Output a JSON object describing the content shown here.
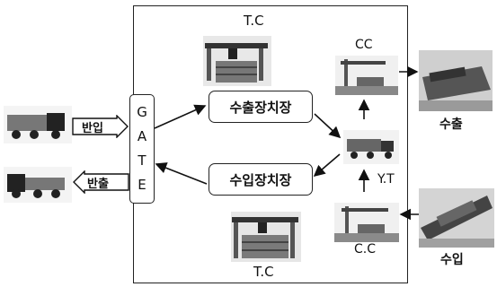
{
  "gate": {
    "letters": [
      "G",
      "A",
      "T",
      "E"
    ]
  },
  "yards": {
    "export_yard": "수출장치장",
    "import_yard": "수입장치장"
  },
  "labels": {
    "tc_top": "T.C",
    "tc_bottom": "T.C",
    "cc_top": "CC",
    "cc_bottom": "C.C",
    "yt": "Y.T",
    "gate_in": "반입",
    "gate_out": "반출",
    "export": "수출",
    "import": "수입"
  }
}
